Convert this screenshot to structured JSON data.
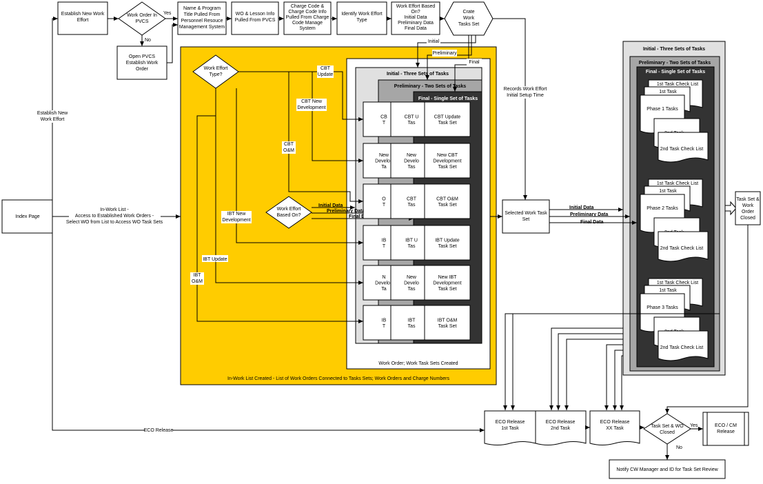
{
  "nodes": {
    "index_page": "Index Page",
    "establish_wo": [
      "Establish New Work",
      "Effort"
    ],
    "wo_in_pvcs": [
      "Work Order In",
      "PVCS"
    ],
    "open_pvcs": [
      "Open PVCS",
      "Establish Work",
      "Order"
    ],
    "name_program": [
      "Name & Program",
      "Title Pulled From",
      "Personnel Resouce",
      "Management System"
    ],
    "wo_lesson": [
      "WO & Lesson Info",
      "Pulled From PVCS"
    ],
    "charge_code": [
      "Charge Code &",
      "Charge Code Info",
      "Pulled From Charge",
      "Code Manage",
      "System"
    ],
    "identify_type": [
      "Identify Work Effort",
      "Type"
    ],
    "effort_based_top": [
      "Work Effort Based",
      "On?",
      "Initial Data",
      "Preliminary Data",
      "Final Data"
    ],
    "create_tasks": [
      "Crate",
      "Work",
      "Tasks Set"
    ],
    "work_effort_type": [
      "Work Effort",
      "Type?"
    ],
    "work_effort_based_mid": [
      "Work Effort",
      "Based On?"
    ],
    "selected_task_set": [
      "Selected Work Task",
      "Set"
    ],
    "task_set_closed": [
      "Task Set &",
      "Work",
      "Order",
      "Closed"
    ],
    "eco_1st": [
      "ECO Release",
      "1st Task"
    ],
    "eco_2nd": [
      "ECO Release",
      "2nd Task"
    ],
    "eco_xx": [
      "ECO Release",
      "XX Task"
    ],
    "task_wo_closed": [
      "Task Set & WO",
      "Closed"
    ],
    "eco_cm": [
      "ECO / CM",
      "Release"
    ],
    "notify": "Notify CW Manager and ID for Task Set Review"
  },
  "labels": {
    "yes": "Yes",
    "no": "No",
    "establish_side": [
      "Establish New",
      "Work Effort"
    ],
    "inwork_list": [
      "In-Work List -",
      "Access to Established Work Orders -",
      "Select WO from List to Access WO Task Sets"
    ],
    "eco_release": "ECO Release",
    "cbt_update": [
      "CBT",
      "Update"
    ],
    "cbt_new": [
      "CBT New",
      "Development"
    ],
    "cbt_om": [
      "CBT",
      "O&M"
    ],
    "ibt_new": [
      "IBT New",
      "Development"
    ],
    "ibt_update": "IBT Update",
    "ibt_om": [
      "IBT",
      "O&M"
    ],
    "initial": "Initial",
    "preliminary": "Preliminary",
    "final": "Final",
    "initial_data": "Initial Data",
    "preliminary_data": "Preliminary Data",
    "final_data": "Final Data",
    "records": [
      "Records Work Effort",
      "Initial Setup Time"
    ],
    "yellow_caption": "In-Work List Created - List of Work Orders Connected to Tasks Sets; Work Orders and Charge Numbers",
    "wo_created": "Work Order; Work Task Sets Created"
  },
  "task_sets": {
    "initial_title": "Initial - Three Sets of Tasks",
    "prelim_title": "Preliminary - Two Sets of Tasks",
    "final_title": "Final - Single Set of Tasks",
    "initial_items": [
      [
        "CB",
        "T"
      ],
      [
        "New",
        "Develop",
        "Ta"
      ],
      [
        "O",
        "T"
      ],
      [
        "IB",
        "T"
      ],
      [
        "N",
        "Develop",
        "Ta"
      ],
      [
        "IB",
        "T"
      ]
    ],
    "prelim_items": [
      [
        "CBT U",
        "Tas"
      ],
      [
        "New",
        "Develo",
        "Tas"
      ],
      [
        "CBT",
        "Tas"
      ],
      [
        "IBT U",
        "Tas"
      ],
      [
        "New",
        "Develo",
        "Tas"
      ],
      [
        "IBT",
        "Tas"
      ]
    ],
    "final_items": [
      [
        "CBT Update",
        "Task Set"
      ],
      [
        "New CBT",
        "Development",
        "Task Set"
      ],
      [
        "CBT O&M",
        "Task Set"
      ],
      [
        "IBT Update",
        "Task Set"
      ],
      [
        "New IBT",
        "Development",
        "Task Set"
      ],
      [
        "IBT O&M",
        "Task Set"
      ]
    ]
  },
  "phases": {
    "initial_title": "Initial - Three Sets of Tasks",
    "prelim_title": "Preliminary - Two Sets of Tasks",
    "final_title": "Final - Single Set of Tasks",
    "items": [
      {
        "check1": "1st Task Check List",
        "task1": "1st Task",
        "phase": "Phase 1 Tasks",
        "task2": "2nd Task",
        "check2": "2nd Task Check List"
      },
      {
        "check1": "1st Task Check List",
        "task1": "1st Task",
        "phase": "Phase 2 Tasks",
        "task2": "2nd Task",
        "check2": "2nd Task Check List"
      },
      {
        "check1": "1st Task Check List",
        "task1": "1st Task",
        "phase": "Phase 3 Tasks",
        "task2": "2nd Task",
        "check2": "2nd Task Check List"
      }
    ]
  },
  "colors": {
    "yellow": "#FFCC00",
    "panel_light": "#E0E0E0",
    "panel_mid": "#A6A6A6",
    "panel_dark": "#333333"
  }
}
